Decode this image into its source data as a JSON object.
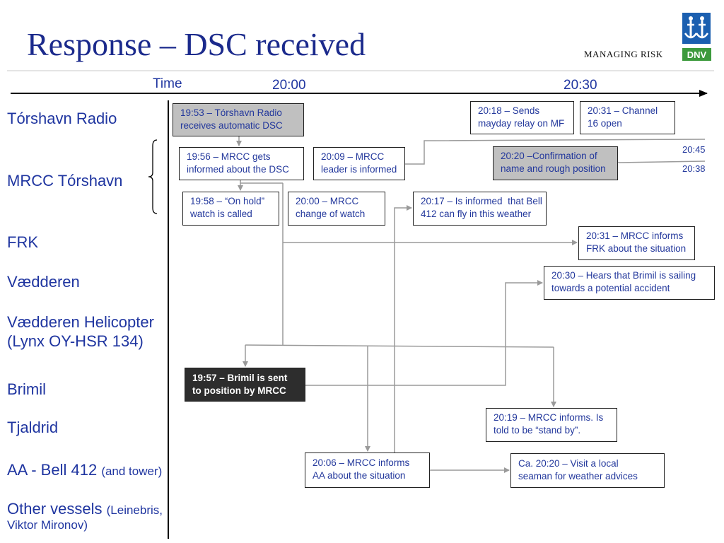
{
  "header": {
    "title": "Response – DSC received",
    "tagline": "MANAGING RISK",
    "logo_text": "DNV",
    "logo_icon": "dnv-anchor-figures-icon"
  },
  "timeline": {
    "label": "Time",
    "ticks": [
      "20:00",
      "20:30"
    ]
  },
  "lanes": [
    {
      "label": "Tórshavn Radio"
    },
    {
      "label": "MRCC Tórshavn"
    },
    {
      "label": "FRK"
    },
    {
      "label": "Vædderen"
    },
    {
      "label": "Vædderen Helicopter",
      "label2": "(Lynx OY-HSR 134)"
    },
    {
      "label": "Brimil"
    },
    {
      "label": "Tjaldrid"
    },
    {
      "label": "AA - Bell 412",
      "note": "(and tower)"
    },
    {
      "label": "Other vessels",
      "note": "(Leinebris,",
      "note2": "Viktor Mironov)"
    }
  ],
  "events": [
    {
      "lines": [
        "19:53 – Tórshavn Radio",
        "receives automatic DSC"
      ],
      "fill": "#c0c0c0"
    },
    {
      "lines": [
        "20:18 – Sends",
        "mayday relay on MF"
      ],
      "fill": "#ffffff"
    },
    {
      "lines": [
        "20:31 – Channel",
        "16 open"
      ],
      "fill": "#ffffff"
    },
    {
      "lines": [
        "19:56 – MRCC gets",
        "informed about the DSC"
      ],
      "fill": "#ffffff"
    },
    {
      "lines": [
        "20:09 – MRCC",
        "leader is informed"
      ],
      "fill": "#ffffff"
    },
    {
      "lines": [
        "20:20 –Confirmation of",
        "name and rough position"
      ],
      "fill": "#c0c0c0"
    },
    {
      "lines": [
        "19:58 – “On hold”",
        "watch is called"
      ],
      "fill": "#ffffff"
    },
    {
      "lines": [
        "20:00 – MRCC",
        "change of watch"
      ],
      "fill": "#ffffff"
    },
    {
      "lines": [
        "20:17 – Is informed  that Bell",
        "412 can fly in this weather"
      ],
      "fill": "#ffffff"
    },
    {
      "lines": [
        "20:31 – MRCC informs",
        "FRK about the situation"
      ],
      "fill": "#ffffff"
    },
    {
      "lines": [
        "20:30 – Hears that Brimil is sailing",
        "towards a potential accident"
      ],
      "fill": "#ffffff"
    },
    {
      "lines": [
        "19:57 – Brimil is sent",
        "to position by MRCC"
      ],
      "fill": "#2d2d2d"
    },
    {
      "lines": [
        "20:19 – MRCC informs. Is",
        "told to be “stand by”."
      ],
      "fill": "#ffffff"
    },
    {
      "lines": [
        "20:06 – MRCC informs",
        "AA about the situation"
      ],
      "fill": "#ffffff"
    },
    {
      "lines": [
        "Ca. 20:20 – Visit a local",
        "seaman for weather advices"
      ],
      "fill": "#ffffff"
    }
  ],
  "edge_labels": [
    "20:45",
    "20:38"
  ],
  "colors": {
    "title": "#1b2a8c",
    "label": "#1f35a0",
    "box_text": "#23389c",
    "box_border": "#222222",
    "connector": "#9a9a9a",
    "logo_blue": "#1b5fb0",
    "logo_green": "#3c9a3c"
  }
}
